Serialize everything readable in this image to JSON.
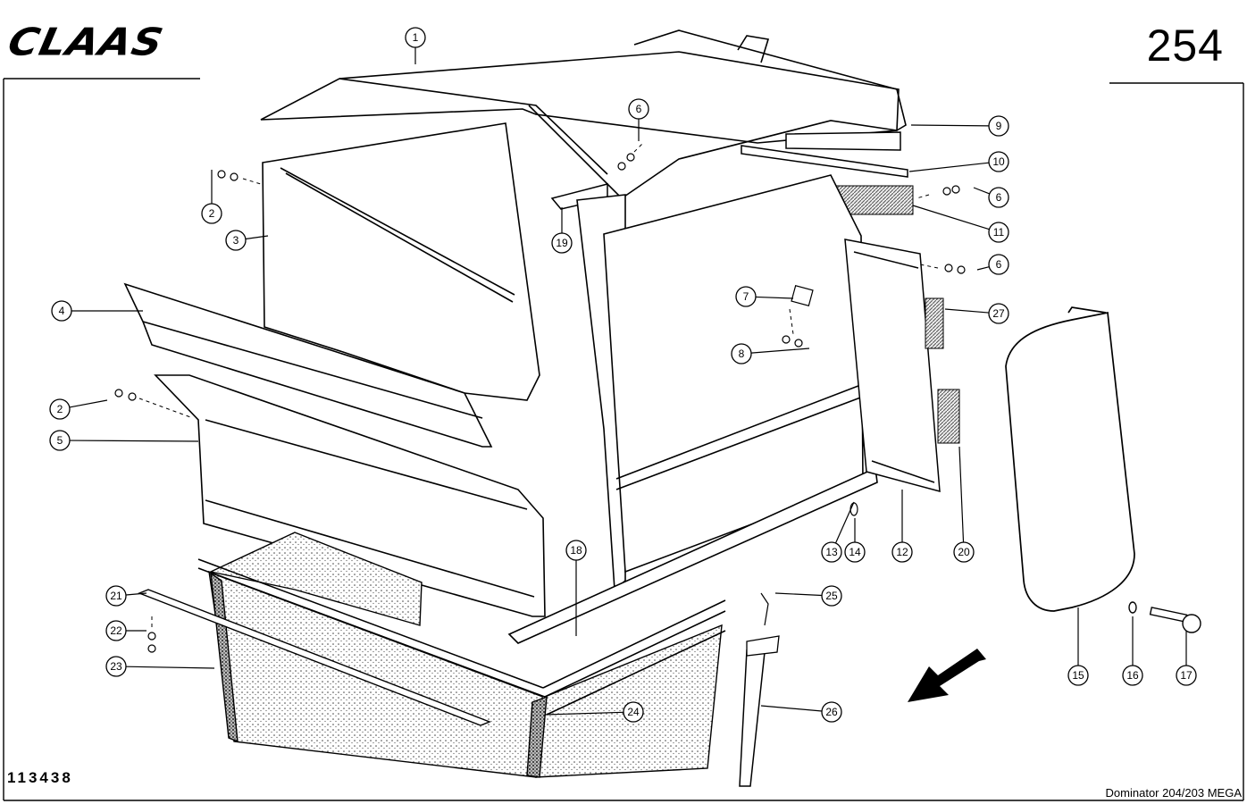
{
  "header": {
    "brand_logo": "CLAAS",
    "page_number": "254"
  },
  "footer": {
    "drawing_number": "113438",
    "model": "Dominator 204/203 MEGA"
  },
  "callouts": [
    "1",
    "2",
    "3",
    "4",
    "2",
    "5",
    "6",
    "6",
    "6",
    "7",
    "8",
    "9",
    "10",
    "11",
    "12",
    "13",
    "14",
    "15",
    "16",
    "17",
    "18",
    "19",
    "20",
    "21",
    "22",
    "23",
    "24",
    "25",
    "26",
    "27"
  ]
}
